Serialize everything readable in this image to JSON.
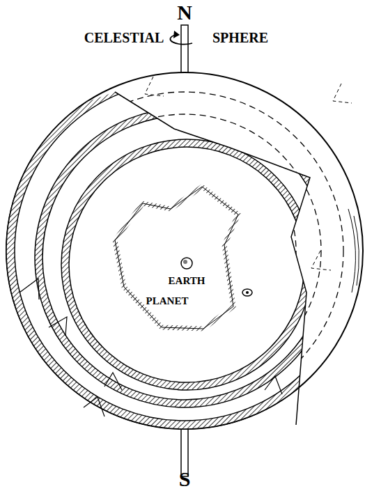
{
  "diagram": {
    "labels": [
      "N",
      "CELESTIAL",
      "SPHERE",
      "EARTH",
      "PLANET",
      "S"
    ]
  }
}
